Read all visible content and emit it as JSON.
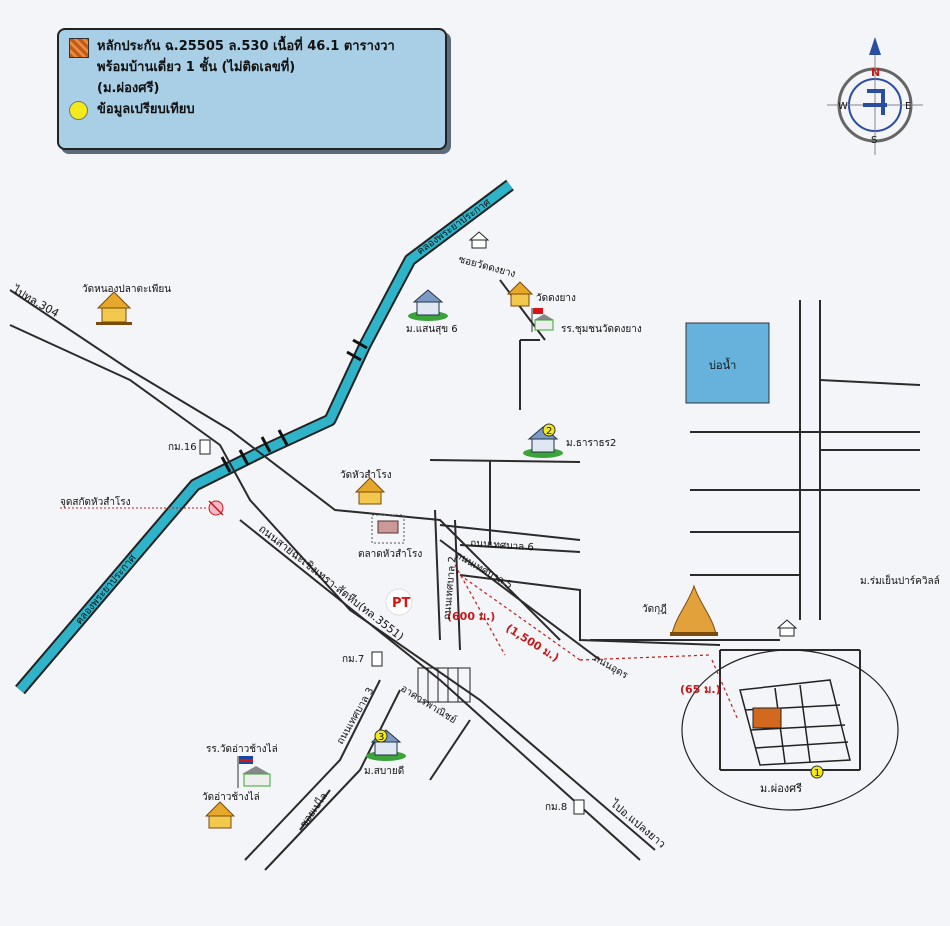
{
  "legend": {
    "line1": "หลักประกัน  ฉ.25505 ล.530 เนื้อที่ 46.1 ตารางวา",
    "line2": "พร้อมบ้านเดี่ยว 1 ชั้น (ไม่ติดเลขที่)",
    "line3": "(ม.ผ่องศรี)",
    "comparison": "ข้อมูลเปรียบเทียบ"
  },
  "compass": {
    "n": "N",
    "s": "S",
    "e": "E",
    "w": "W"
  },
  "roads": {
    "to_304": "ไปทล.304",
    "sai_chachoengsao": "ถนนสายฉะเชิงเทรา-สัตหีบ(ทล.3551)",
    "tessaban2": "ถนนเทศบาล 2",
    "tessaban3": "ถนนเทศบาล 3",
    "tessaban5": "ถนนเทศบาล 5",
    "tessaban6": "ถนนเทศบาล 6",
    "to_plaeng_yao": "ไปอ.แปลงยาว",
    "soi_klai": "ซอยเปไล",
    "soi_wat": "ซอยวัดดงยาง",
    "thanon_udon": "ถนนอุดร",
    "canal1": "คลองพระยาประกาศ",
    "canal2": "คลองพระยาประกาศ"
  },
  "places": {
    "wat_nong_pla": "วัดหนองปลาตะเพียน",
    "wat_dong_yang": "วัดดงยาง",
    "school_dong_yang": "รร.ชุมชนวัดดงยาง",
    "m_saensuk": "ม.แสนสุข 6",
    "m_tharathon": "ม.ธาราธร2",
    "pond": "บ่อน้ำ",
    "km16": "กม.16",
    "km7": "กม.7",
    "km8": "กม.8",
    "junction": "จุดสกัดหัวสำโรง",
    "wat_hua_samrong": "วัดหัวสำโรง",
    "market": "ตลาดหัวสำโรง",
    "m_rom_yen": "ม.ร่มเย็นปาร์ควิลล์",
    "wat_kuti": "วัดกุฎี",
    "shophouse": "อาคารพาณิชย์",
    "m_sabaidee": "ม.สบายดี",
    "school_ao_chang": "รร.วัดอ่าวช้างไล่",
    "wat_ao_chang": "วัดอ่าวช้างไล่",
    "m_phongsri": "ม.ผ่องศรี",
    "pt": "PT"
  },
  "markers": {
    "m1": "1",
    "m2": "2",
    "m3": "3"
  },
  "distances": {
    "d600": "(600 ม.)",
    "d1500": "(1,500 ม.)",
    "d65": "(65 ม.)"
  },
  "colors": {
    "canal": "#2fb3c8",
    "pond": "#66b2dc",
    "legend_bg": "#a9cfe6",
    "subject": "#d2691e",
    "comparison": "#f2ea1a",
    "distance": "#c21b1b",
    "green_ground": "#3aa33a"
  },
  "icons": [
    "compass-icon",
    "temple-icon",
    "house-icon",
    "school-icon",
    "pagoda-icon",
    "km-post-icon",
    "market-icon",
    "checkpoint-icon",
    "gas-station-icon"
  ]
}
